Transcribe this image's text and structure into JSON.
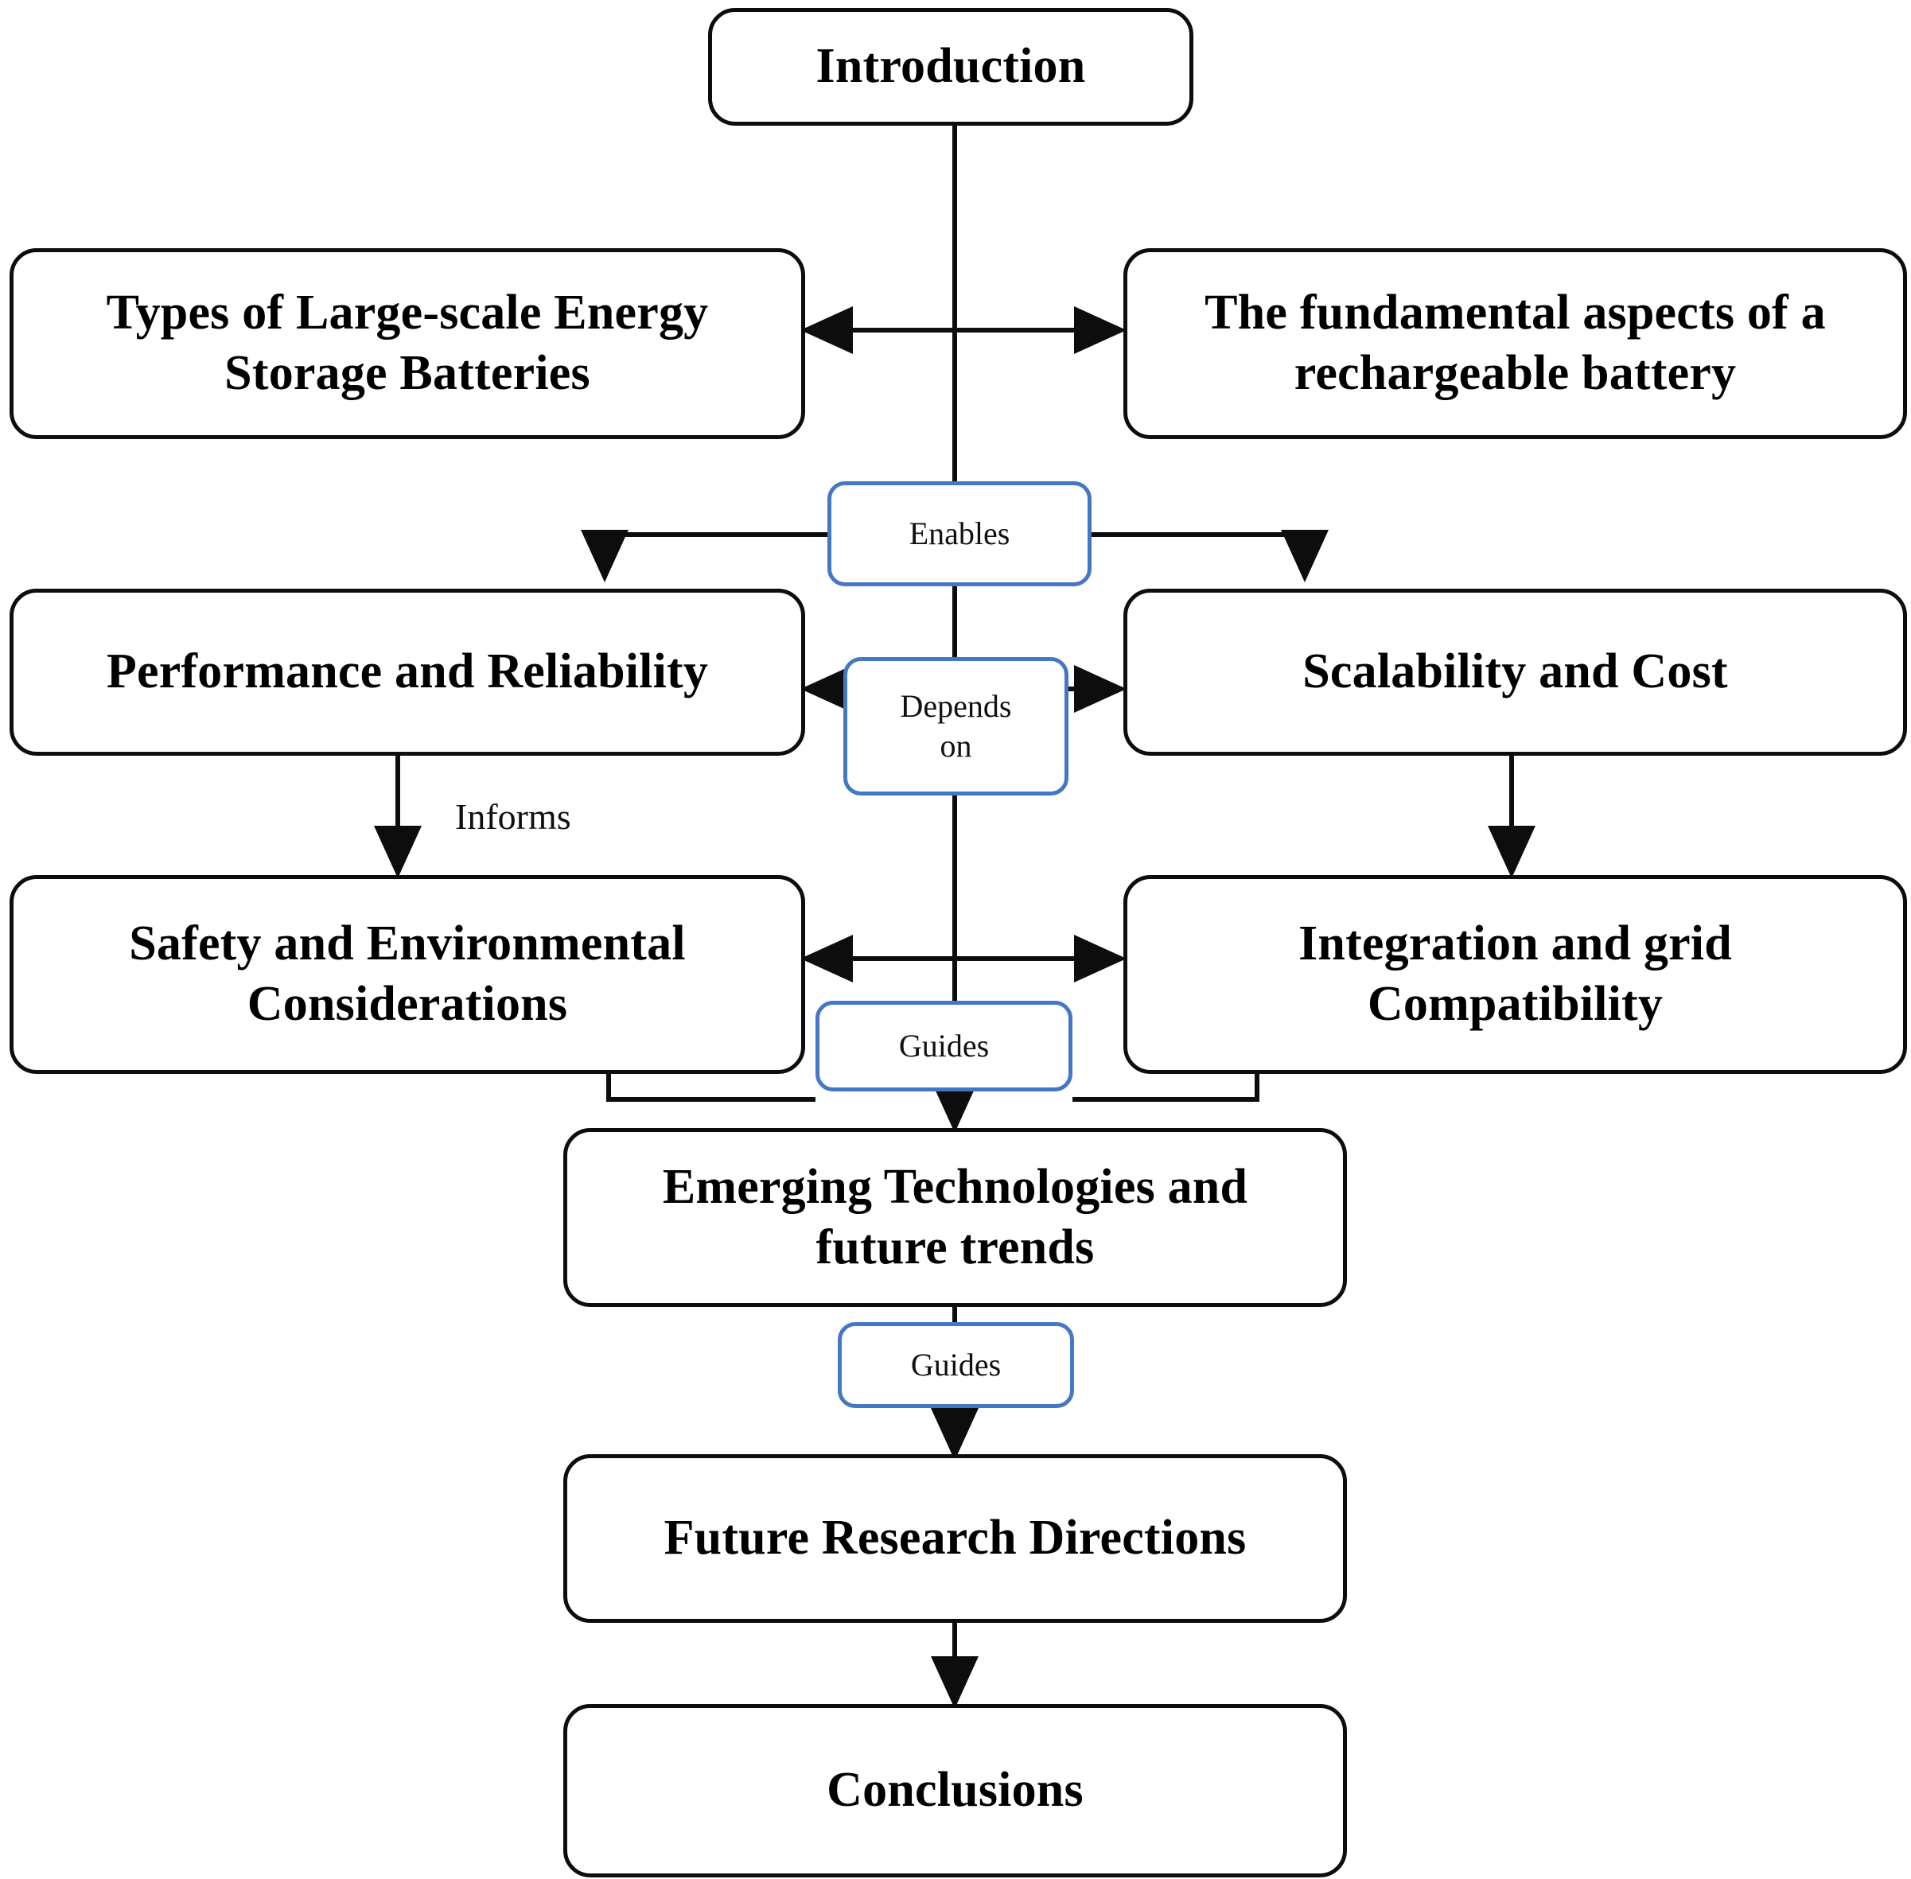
{
  "diagram": {
    "title": "Large-scale Energy Storage Batteries Review Flowchart",
    "accent_color": "#4477C4",
    "node_border_color": "#0D0D0D",
    "background": "#FFFFFF"
  },
  "nodes": {
    "introduction": {
      "label": "Introduction"
    },
    "types": {
      "label": "Types of Large-scale Energy\nStorage Batteries"
    },
    "fundamentals": {
      "label": "The fundamental aspects of a\nrechargeable battery"
    },
    "performance": {
      "label": "Performance and Reliability"
    },
    "scalability": {
      "label": "Scalability and Cost"
    },
    "safety": {
      "label": "Safety and Environmental\nConsiderations"
    },
    "integration": {
      "label": "Integration and grid\nCompatibility"
    },
    "emerging": {
      "label": "Emerging Technologies and\nfuture trends"
    },
    "future_research": {
      "label": "Future Research Directions"
    },
    "conclusions": {
      "label": "Conclusions"
    }
  },
  "connectors": {
    "enables": {
      "label": "Enables"
    },
    "depends_on": {
      "label": "Depends\non"
    },
    "guides_1": {
      "label": "Guides"
    },
    "guides_2": {
      "label": "Guides"
    }
  },
  "edge_labels": {
    "informs": {
      "label": "Informs"
    }
  }
}
